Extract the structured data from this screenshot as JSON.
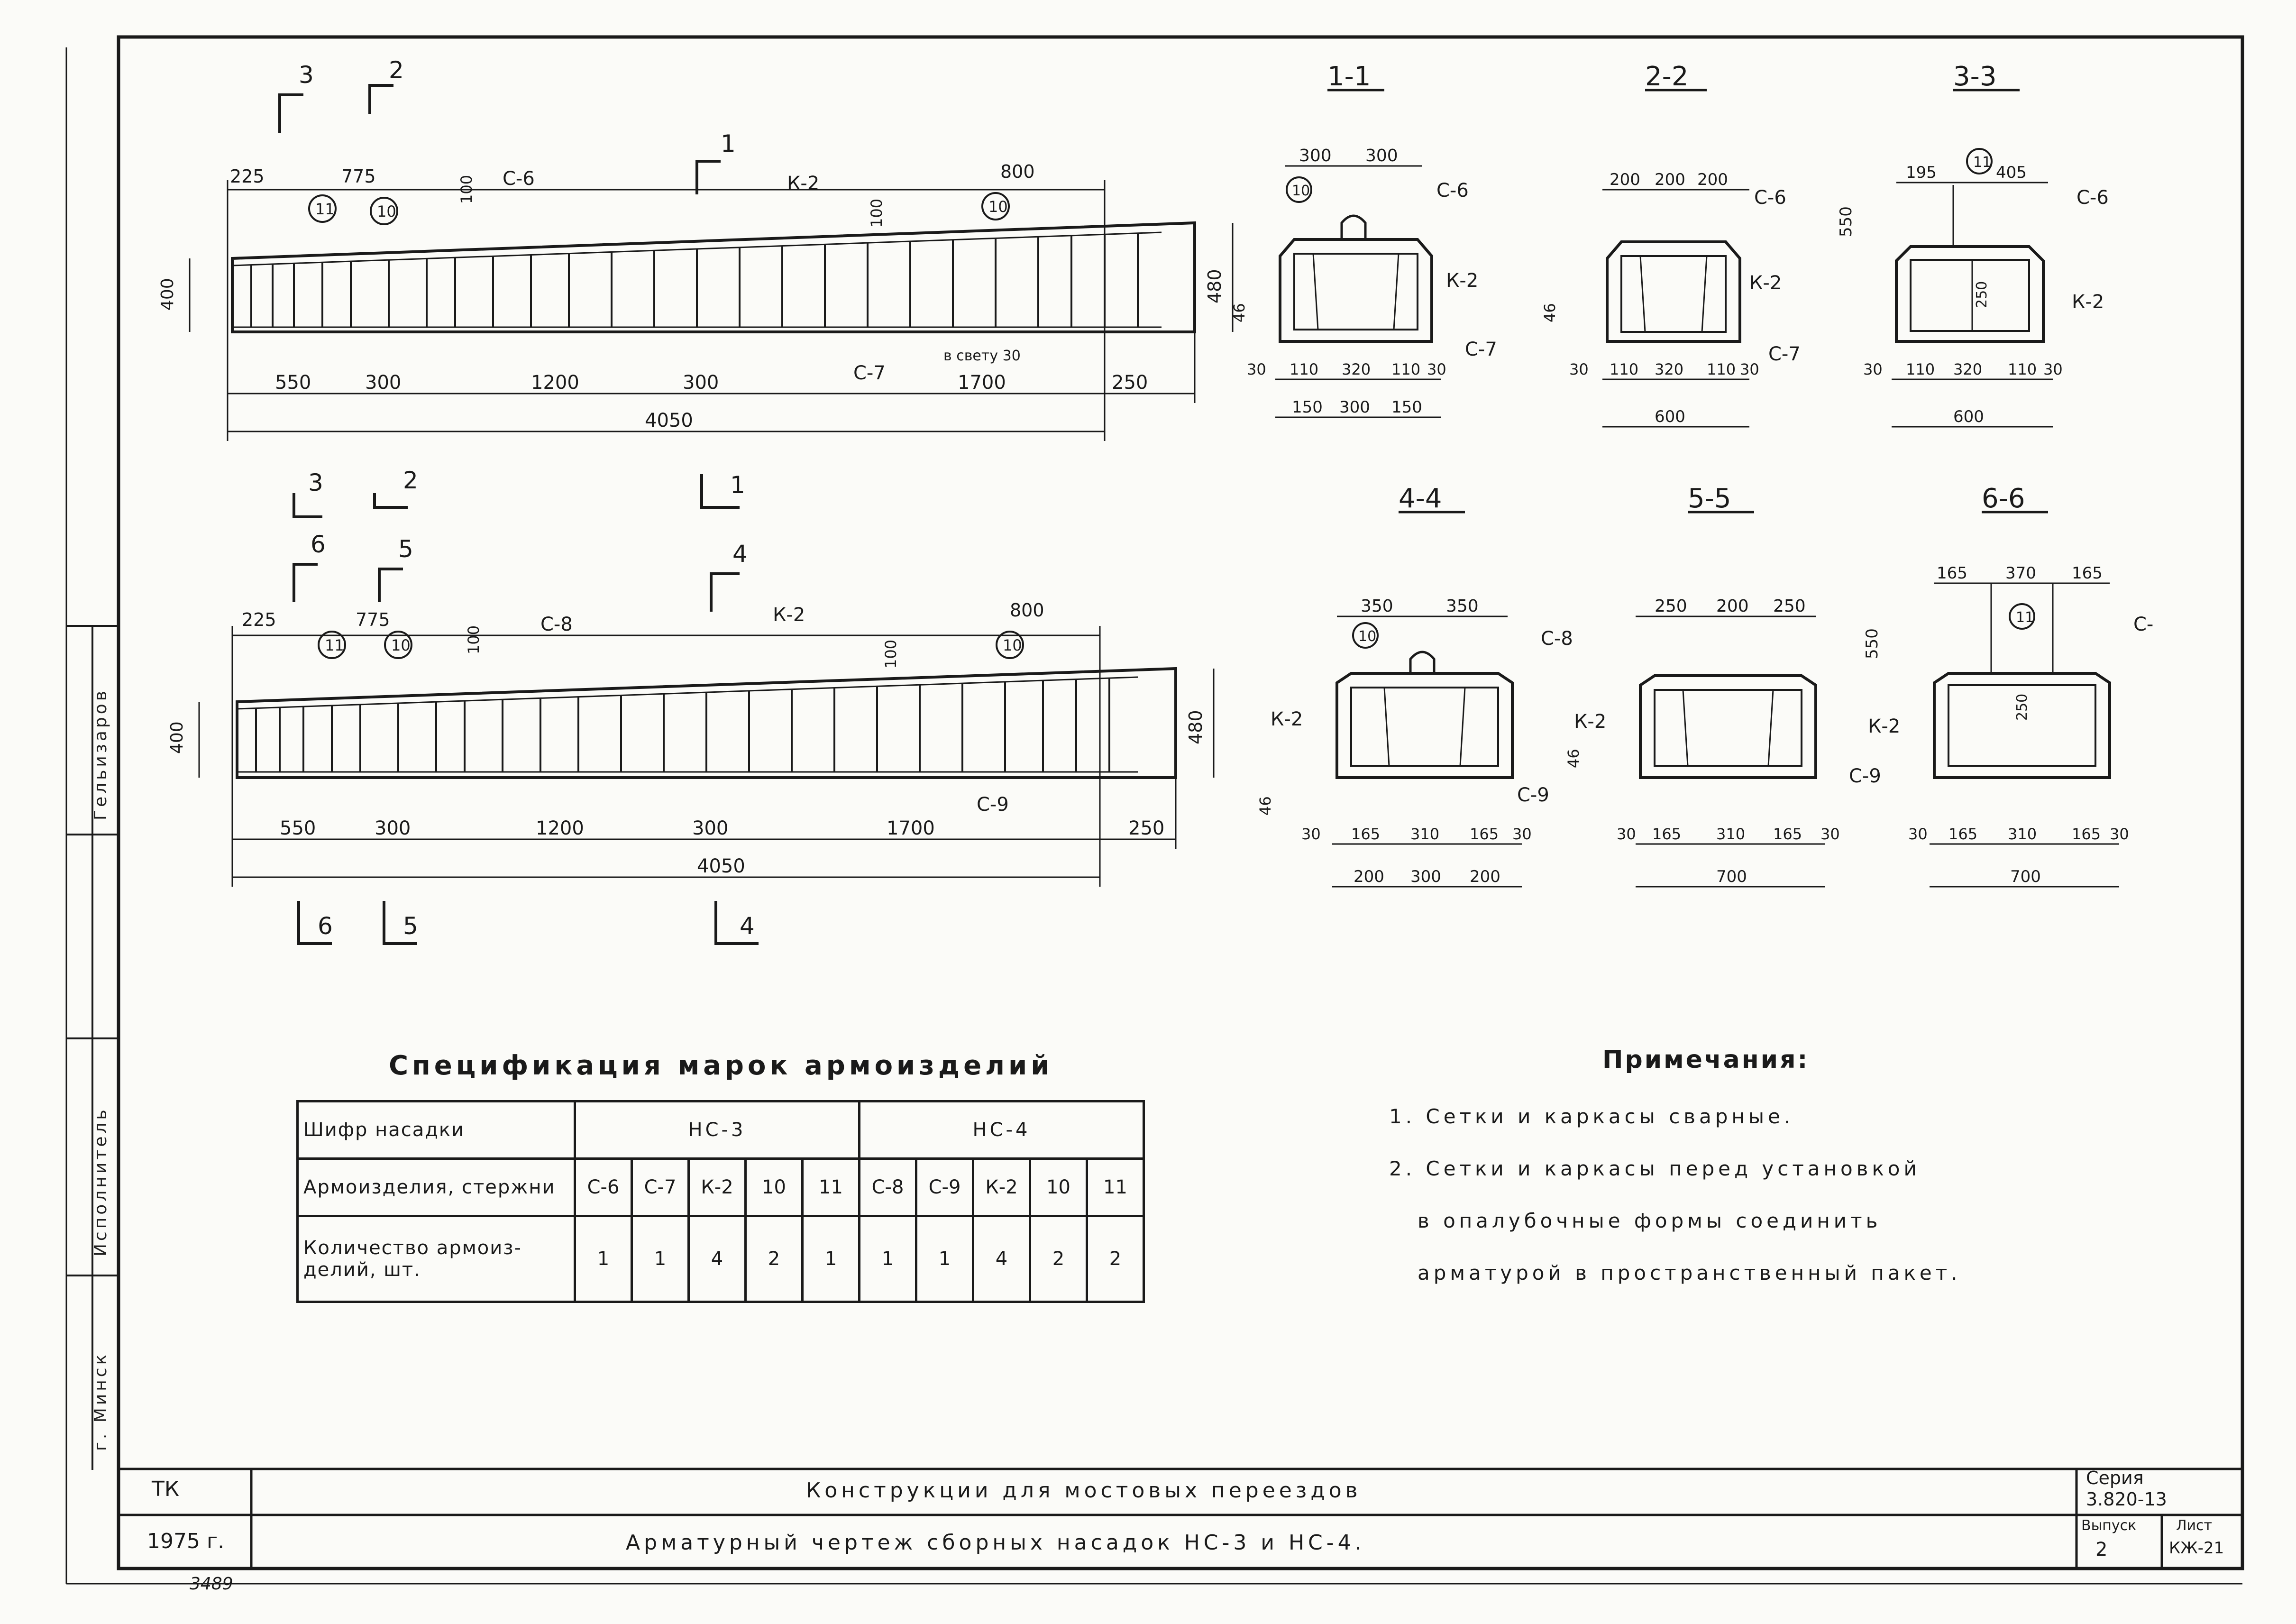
{
  "side_stamp": {
    "city": "г. Минск",
    "executor": "Исполнитель",
    "checked": "Гельизаров"
  },
  "elevation_top": {
    "dims_top": [
      "225",
      "775",
      "800",
      "100",
      "100"
    ],
    "dims_bottom": [
      "550",
      "300",
      "1200",
      "300",
      "1700",
      "250"
    ],
    "overall": "4050",
    "heights": [
      "400",
      "480"
    ],
    "clear": "в свету 30",
    "labels": [
      "С-6",
      "К-2",
      "С-7"
    ],
    "callouts": [
      "11",
      "10",
      "10"
    ],
    "section_marks": [
      "3",
      "2",
      "1",
      "3",
      "2",
      "1"
    ]
  },
  "elevation_bottom": {
    "dims_top": [
      "225",
      "775",
      "800",
      "100",
      "100"
    ],
    "dims_bottom": [
      "550",
      "300",
      "1200",
      "300",
      "1700",
      "250"
    ],
    "overall": "4050",
    "heights": [
      "400",
      "480"
    ],
    "labels": [
      "С-8",
      "К-2",
      "С-9"
    ],
    "callouts": [
      "11",
      "10",
      "10"
    ],
    "section_marks": [
      "6",
      "5",
      "4",
      "6",
      "5",
      "4"
    ]
  },
  "sections": [
    {
      "title": "1-1",
      "top": [
        "300",
        "300"
      ],
      "bottom1": [
        "30",
        "110",
        "320",
        "110",
        "30"
      ],
      "bottom2": [
        "150",
        "300",
        "150"
      ],
      "labels": [
        "С-6",
        "К-2",
        "С-7"
      ],
      "callout": "10",
      "side": "46"
    },
    {
      "title": "2-2",
      "top": [
        "200",
        "200",
        "200"
      ],
      "bottom1": [
        "30",
        "110",
        "320",
        "110",
        "30"
      ],
      "bottom2": [
        "600"
      ],
      "labels": [
        "С-6",
        "К-2",
        "С-7"
      ],
      "side": "46"
    },
    {
      "title": "3-3",
      "top": [
        "195",
        "405"
      ],
      "bottom1": [
        "30",
        "110",
        "320",
        "110",
        "30"
      ],
      "bottom2": [
        "600"
      ],
      "labels": [
        "С-6",
        "К-2"
      ],
      "callout": "11",
      "heights": [
        "550",
        "250"
      ]
    },
    {
      "title": "4-4",
      "top": [
        "350",
        "350"
      ],
      "bottom1": [
        "30",
        "165",
        "310",
        "165",
        "30"
      ],
      "bottom2": [
        "200",
        "300",
        "200"
      ],
      "labels": [
        "С-8",
        "К-2",
        "С-9"
      ],
      "callout": "10",
      "side": "46"
    },
    {
      "title": "5-5",
      "top": [
        "250",
        "200",
        "250"
      ],
      "bottom1": [
        "30",
        "165",
        "310",
        "165",
        "30"
      ],
      "bottom2": [
        "700"
      ],
      "labels": [
        "К-2",
        "С-9"
      ],
      "side": "46"
    },
    {
      "title": "6-6",
      "top": [
        "165",
        "370",
        "165"
      ],
      "bottom1": [
        "30",
        "165",
        "310",
        "165",
        "30"
      ],
      "bottom2": [
        "700"
      ],
      "labels": [
        "К-2",
        "С-"
      ],
      "callout": "11",
      "heights": [
        "550",
        "250"
      ]
    }
  ],
  "spec": {
    "title": "Спецификация марок армоизделий",
    "row1_label": "Шифр насадки",
    "groups": [
      "НС-3",
      "НС-4"
    ],
    "row2_label": "Армоизделия, стержни",
    "items": [
      "С-6",
      "С-7",
      "К-2",
      "10",
      "11",
      "С-8",
      "С-9",
      "К-2",
      "10",
      "11"
    ],
    "row3_label_a": "Количество армоиз-",
    "row3_label_b": "делий, шт.",
    "quantities": [
      "1",
      "1",
      "4",
      "2",
      "1",
      "1",
      "1",
      "4",
      "2",
      "2"
    ]
  },
  "notes": {
    "title": "Примечания:",
    "lines": [
      "1. Сетки и каркасы сварные.",
      "2. Сетки и каркасы перед установкой",
      "в опалубочные формы соединить",
      "арматурой в пространственный пакет."
    ]
  },
  "title_block": {
    "org": "ТК",
    "year": "1975 г.",
    "title": "Конструкции для мостовых переездов",
    "subtitle": "Арматурный чертеж сборных насадок НС-3 и НС-4.",
    "series_label": "Серия",
    "series": "3.820-13",
    "issue_label": "Выпуск",
    "issue": "2",
    "sheet_label": "Лист",
    "sheet": "КЖ-21",
    "stamp": "3489"
  }
}
